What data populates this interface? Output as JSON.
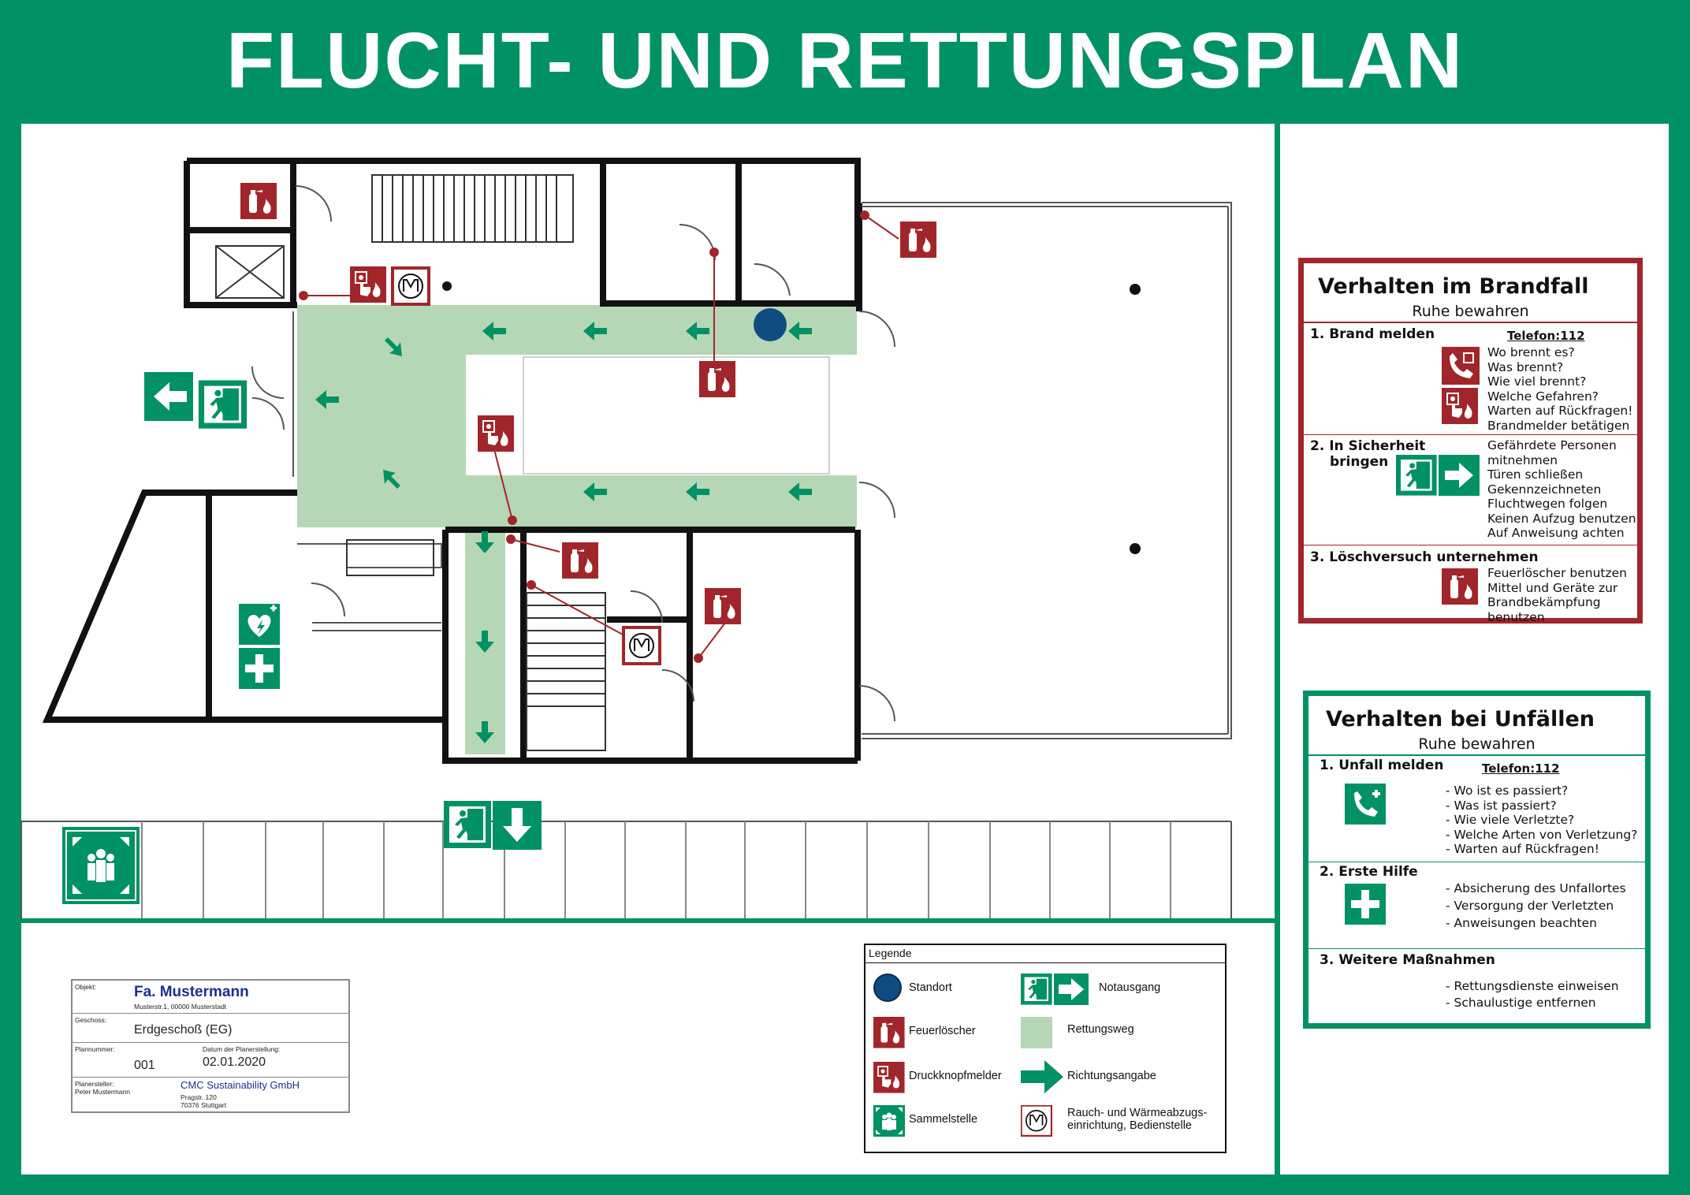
{
  "title": "FLUCHT- UND RETTUNGSPLAN",
  "colors": {
    "green": "#009164",
    "red": "#a1262b",
    "route": "#b6d7b5",
    "standort": "#0f4c81"
  },
  "brandfall": {
    "heading": "Verhalten im Brandfall",
    "subheading": "Ruhe bewahren",
    "step1": "1. Brand melden",
    "telefon": "Telefon:112",
    "step1_lines": [
      "Wo brennt es?",
      "Was brennt?",
      "Wie viel brennt?",
      "Welche Gefahren?",
      "Warten auf Rückfragen!",
      "Brandmelder betätigen"
    ],
    "step2a": "2. In Sicherheit",
    "step2b": "bringen",
    "step2_lines": [
      "Gefährdete Personen",
      "mitnehmen",
      "Türen schließen",
      "Gekennzeichneten",
      "Fluchtwegen folgen",
      "Keinen Aufzug benutzen",
      "Auf Anweisung achten"
    ],
    "step3": "3. Löschversuch unternehmen",
    "step3_lines": [
      "Feuerlöscher benutzen",
      "Mittel und Geräte zur",
      "Brandbekämpfung",
      "benutzen"
    ]
  },
  "unfall": {
    "heading": "Verhalten bei Unfällen",
    "subheading": "Ruhe bewahren",
    "step1": "1. Unfall melden",
    "telefon": "Telefon:112",
    "step1_lines": [
      "- Wo ist es passiert?",
      "- Was ist passiert?",
      "- Wie viele Verletzte?",
      "- Welche Arten von Verletzung?",
      "- Warten auf Rückfragen!"
    ],
    "step2": "2. Erste Hilfe",
    "step2_lines": [
      "- Absicherung des Unfallortes",
      "- Versorgung der Verletzten",
      "- Anweisungen beachten"
    ],
    "step3": "3. Weitere Maßnahmen",
    "step3_lines": [
      "- Rettungsdienste einweisen",
      "- Schaulustige entfernen"
    ]
  },
  "titleblock": {
    "objekt_label": "Objekt:",
    "firma": "Fa. Mustermann",
    "adresse": "Musterstr.1, 00000 Musterstadt",
    "geschoss_label": "Geschoss:",
    "geschoss": "Erdgeschoß (EG)",
    "plannummer_label": "Plannummer:",
    "plannummer": "001",
    "datum_label": "Datum der Planerstellung:",
    "datum": "02.01.2020",
    "planersteller_label": "Planersteller:",
    "planersteller_name": "Peter Mustermann",
    "firma2": "CMC Sustainability GmbH",
    "strasse": "Pragstr. 120",
    "ort": "70376 Stuttgart"
  },
  "legend": {
    "title": "Legende",
    "standort": "Standort",
    "notausgang": "Notausgang",
    "feuerloescher": "Feuerlöscher",
    "rettungsweg": "Rettungsweg",
    "druckknopf": "Druckknopfmelder",
    "richtung": "Richtungsangabe",
    "sammelstelle": "Sammelstelle",
    "rwa1": "Rauch- und Wärmeabzugs-",
    "rwa2": "einrichtung, Bedienstelle"
  }
}
